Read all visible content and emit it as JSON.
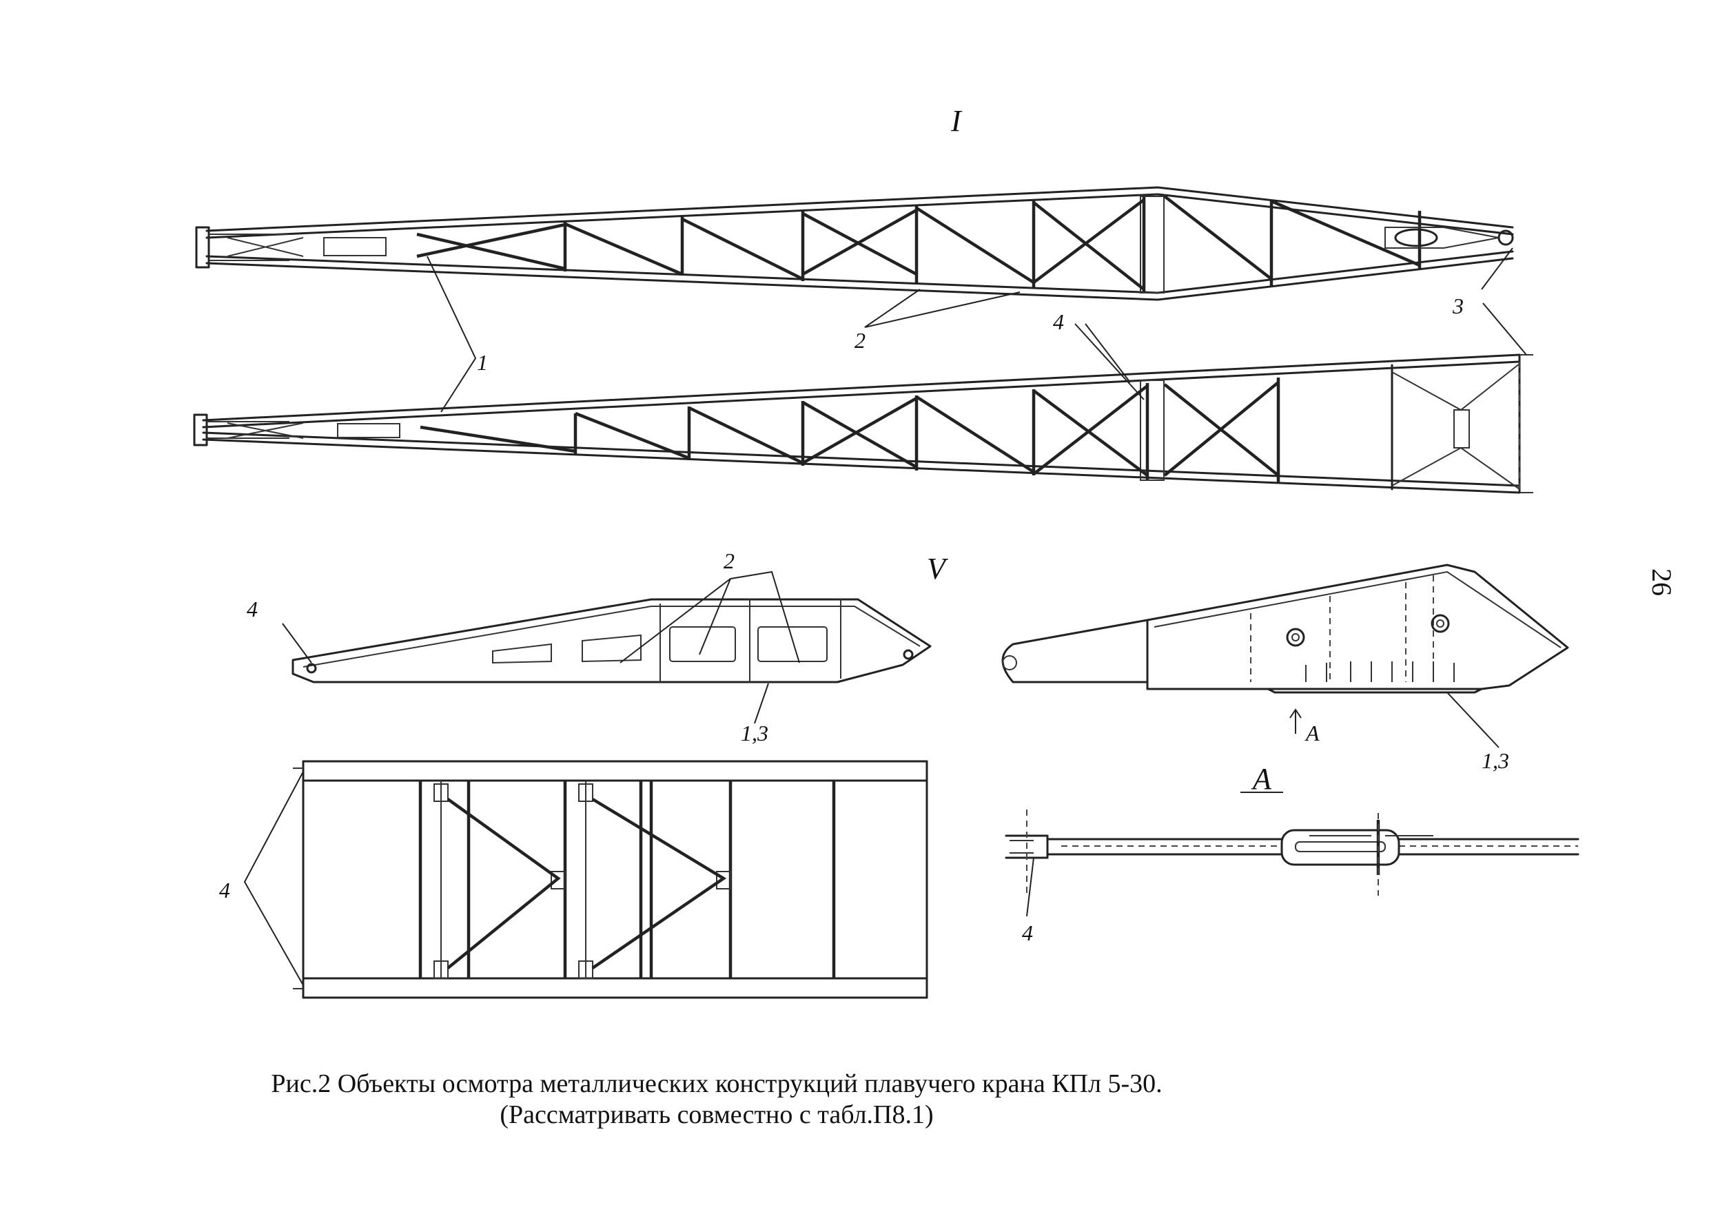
{
  "views": {
    "top": {
      "label": "I"
    },
    "side": {
      "label": "V"
    },
    "section": {
      "label": "A",
      "arrow_label": "A"
    }
  },
  "callouts": {
    "boom_top_2": "2",
    "boom_top_3": "3",
    "boom_mid_1": "1",
    "boom_bottom_4": "4",
    "v_left_4": "4",
    "v_top_2": "2",
    "v_bottom_13": "1,3",
    "right_bottom_13": "1,3",
    "plan_left_4": "4",
    "section_bottom_4": "4"
  },
  "page_number": "26",
  "caption": {
    "line1": "Рис.2 Объекты осмотра металлических конструкций плавучего крана КПл 5-30.",
    "line2": "(Рассматривать совместно с табл.П8.1)"
  }
}
